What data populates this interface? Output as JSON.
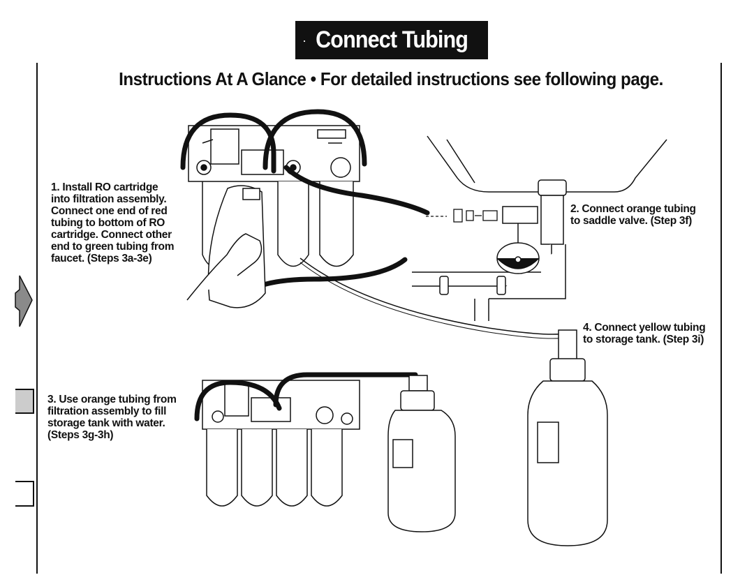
{
  "title": "Connect Tubing",
  "title_bullet": "·",
  "subtitle": "Instructions At A Glance • For detailed instructions see following page.",
  "steps": [
    "1. Install RO cartridge\ninto filtration assembly.\nConnect one end of red\ntubing to bottom of RO\ncartridge. Connect other\nend to green tubing from\nfaucet. (Steps 3a-3e)",
    "2. Connect orange tubing\nto saddle valve. (Step 3f)",
    "3. Use orange tubing from\nfiltration assembly to fill\nstorage tank with water.\n(Steps 3g-3h)",
    "4. Connect yellow tubing\nto storage tank. (Step 3i)"
  ],
  "icons": [
    "arrow-right-icon",
    "page-tab-icon"
  ]
}
